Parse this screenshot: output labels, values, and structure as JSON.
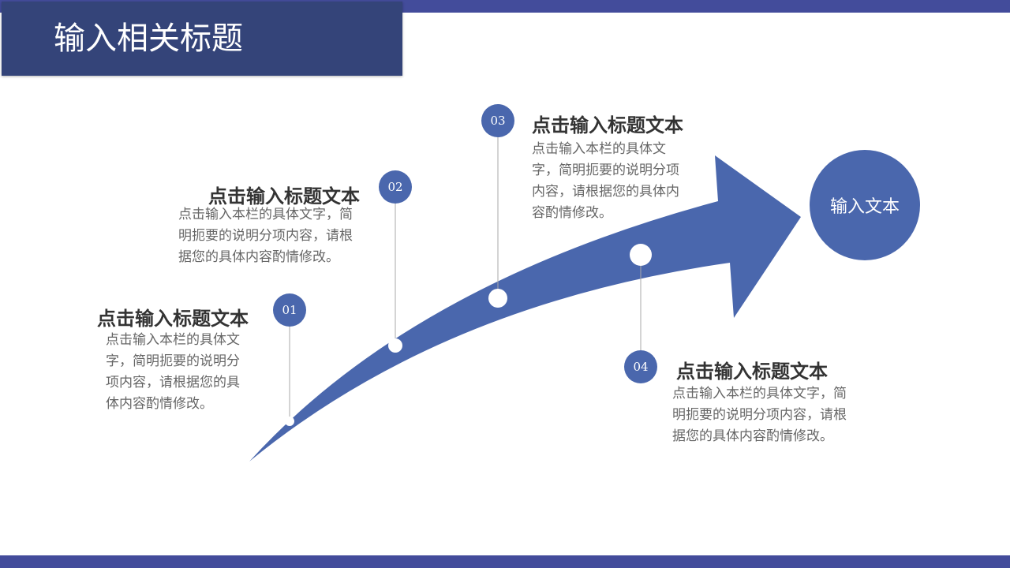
{
  "slide": {
    "title": "输入相关标题",
    "accent_color": "#4a67ad",
    "header_color": "#344479"
  },
  "steps": [
    {
      "number": "01",
      "heading": "点击输入标题文本",
      "body": "点击输入本栏的具体文字，简明扼要的说明分项内容，请根据您的具体内容酌情修改。"
    },
    {
      "number": "02",
      "heading": "点击输入标题文本",
      "body": "点击输入本栏的具体文字，简明扼要的说明分项内容，请根据您的具体内容酌情修改。"
    },
    {
      "number": "03",
      "heading": "点击输入标题文本",
      "body": "点击输入本栏的具体文字，简明扼要的说明分项内容，请根据您的具体内容酌情修改。"
    },
    {
      "number": "04",
      "heading": "点击输入标题文本",
      "body": "点击输入本栏的具体文字，简明扼要的说明分项内容，请根据您的具体内容酌情修改。"
    }
  ],
  "goal": {
    "label": "输入文本"
  }
}
